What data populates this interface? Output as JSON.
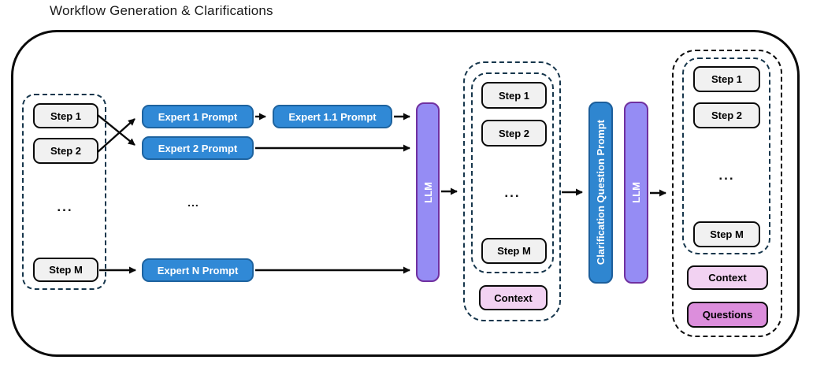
{
  "title": "Workflow Generation & Clarifications",
  "left_workflow": {
    "step1": "Step 1",
    "step2": "Step 2",
    "dots": "...",
    "stepM": "Step M"
  },
  "experts": {
    "expert1": "Expert 1 Prompt",
    "expert2": "Expert 2 Prompt",
    "expert11": "Expert 1.1 Prompt",
    "dots": "...",
    "expertN": "Expert N Prompt"
  },
  "llm1": {
    "label": "LLM"
  },
  "middle_workflow": {
    "step1": "Step 1",
    "step2": "Step 2",
    "dots": "...",
    "stepM": "Step M",
    "context": "Context"
  },
  "clarification": {
    "label": "Clarification Question Prompt"
  },
  "llm2": {
    "label": "LLM"
  },
  "right_workflow": {
    "step1": "Step 1",
    "step2": "Step 2",
    "dots": "...",
    "stepM": "Step M",
    "context": "Context",
    "questions": "Questions"
  },
  "colors": {
    "expert_blue": "#3089d6",
    "expert_border": "#1e639f",
    "llm_fill": "#958cf4",
    "llm_border": "#7030a0",
    "context_pink": "#f2d2f2",
    "questions_pink": "#dc8edc",
    "step_gray": "#f1f1f1",
    "dashed_navy": "#16364c",
    "arrow_black": "#0a0a0a"
  }
}
